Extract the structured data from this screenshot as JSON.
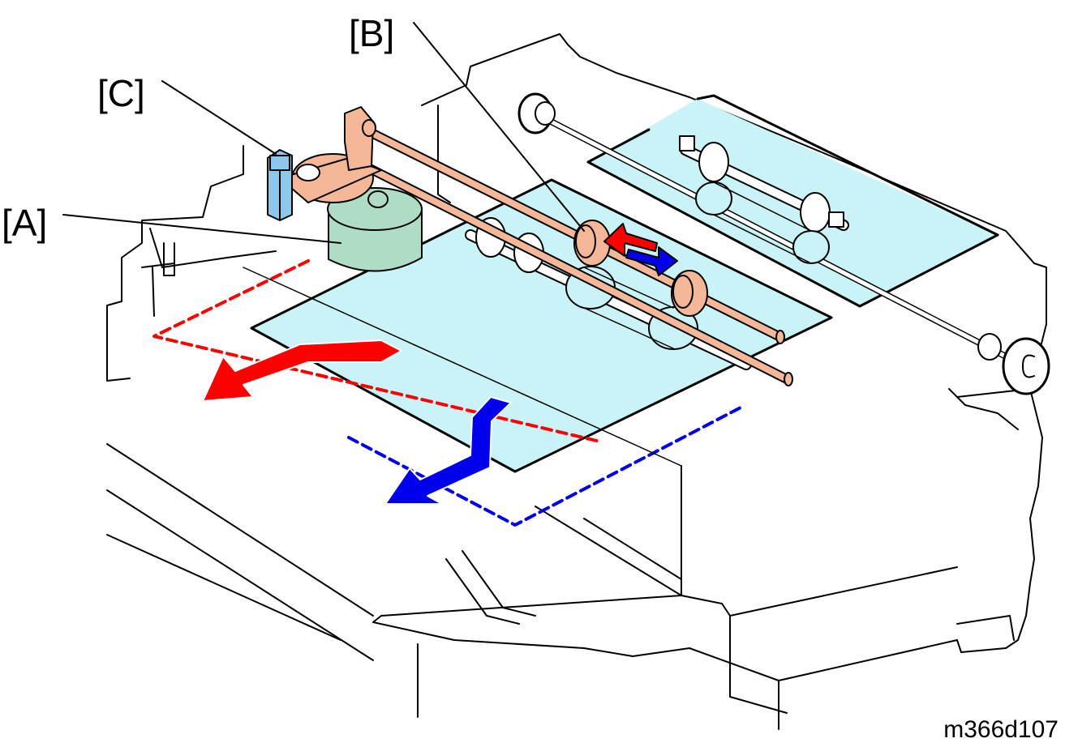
{
  "labels": {
    "a": "[A]",
    "b": "[B]",
    "c": "[C]"
  },
  "figure_id": "m366d107",
  "colors": {
    "tray_fill": "#c9f3f6",
    "motor_fill": "#aedcc4",
    "mechanism_fill": "#f4b898",
    "sensor_fill": "#8fc7ea",
    "arrow_red": "#ff0000",
    "arrow_blue": "#0000ee",
    "line": "#000000"
  }
}
